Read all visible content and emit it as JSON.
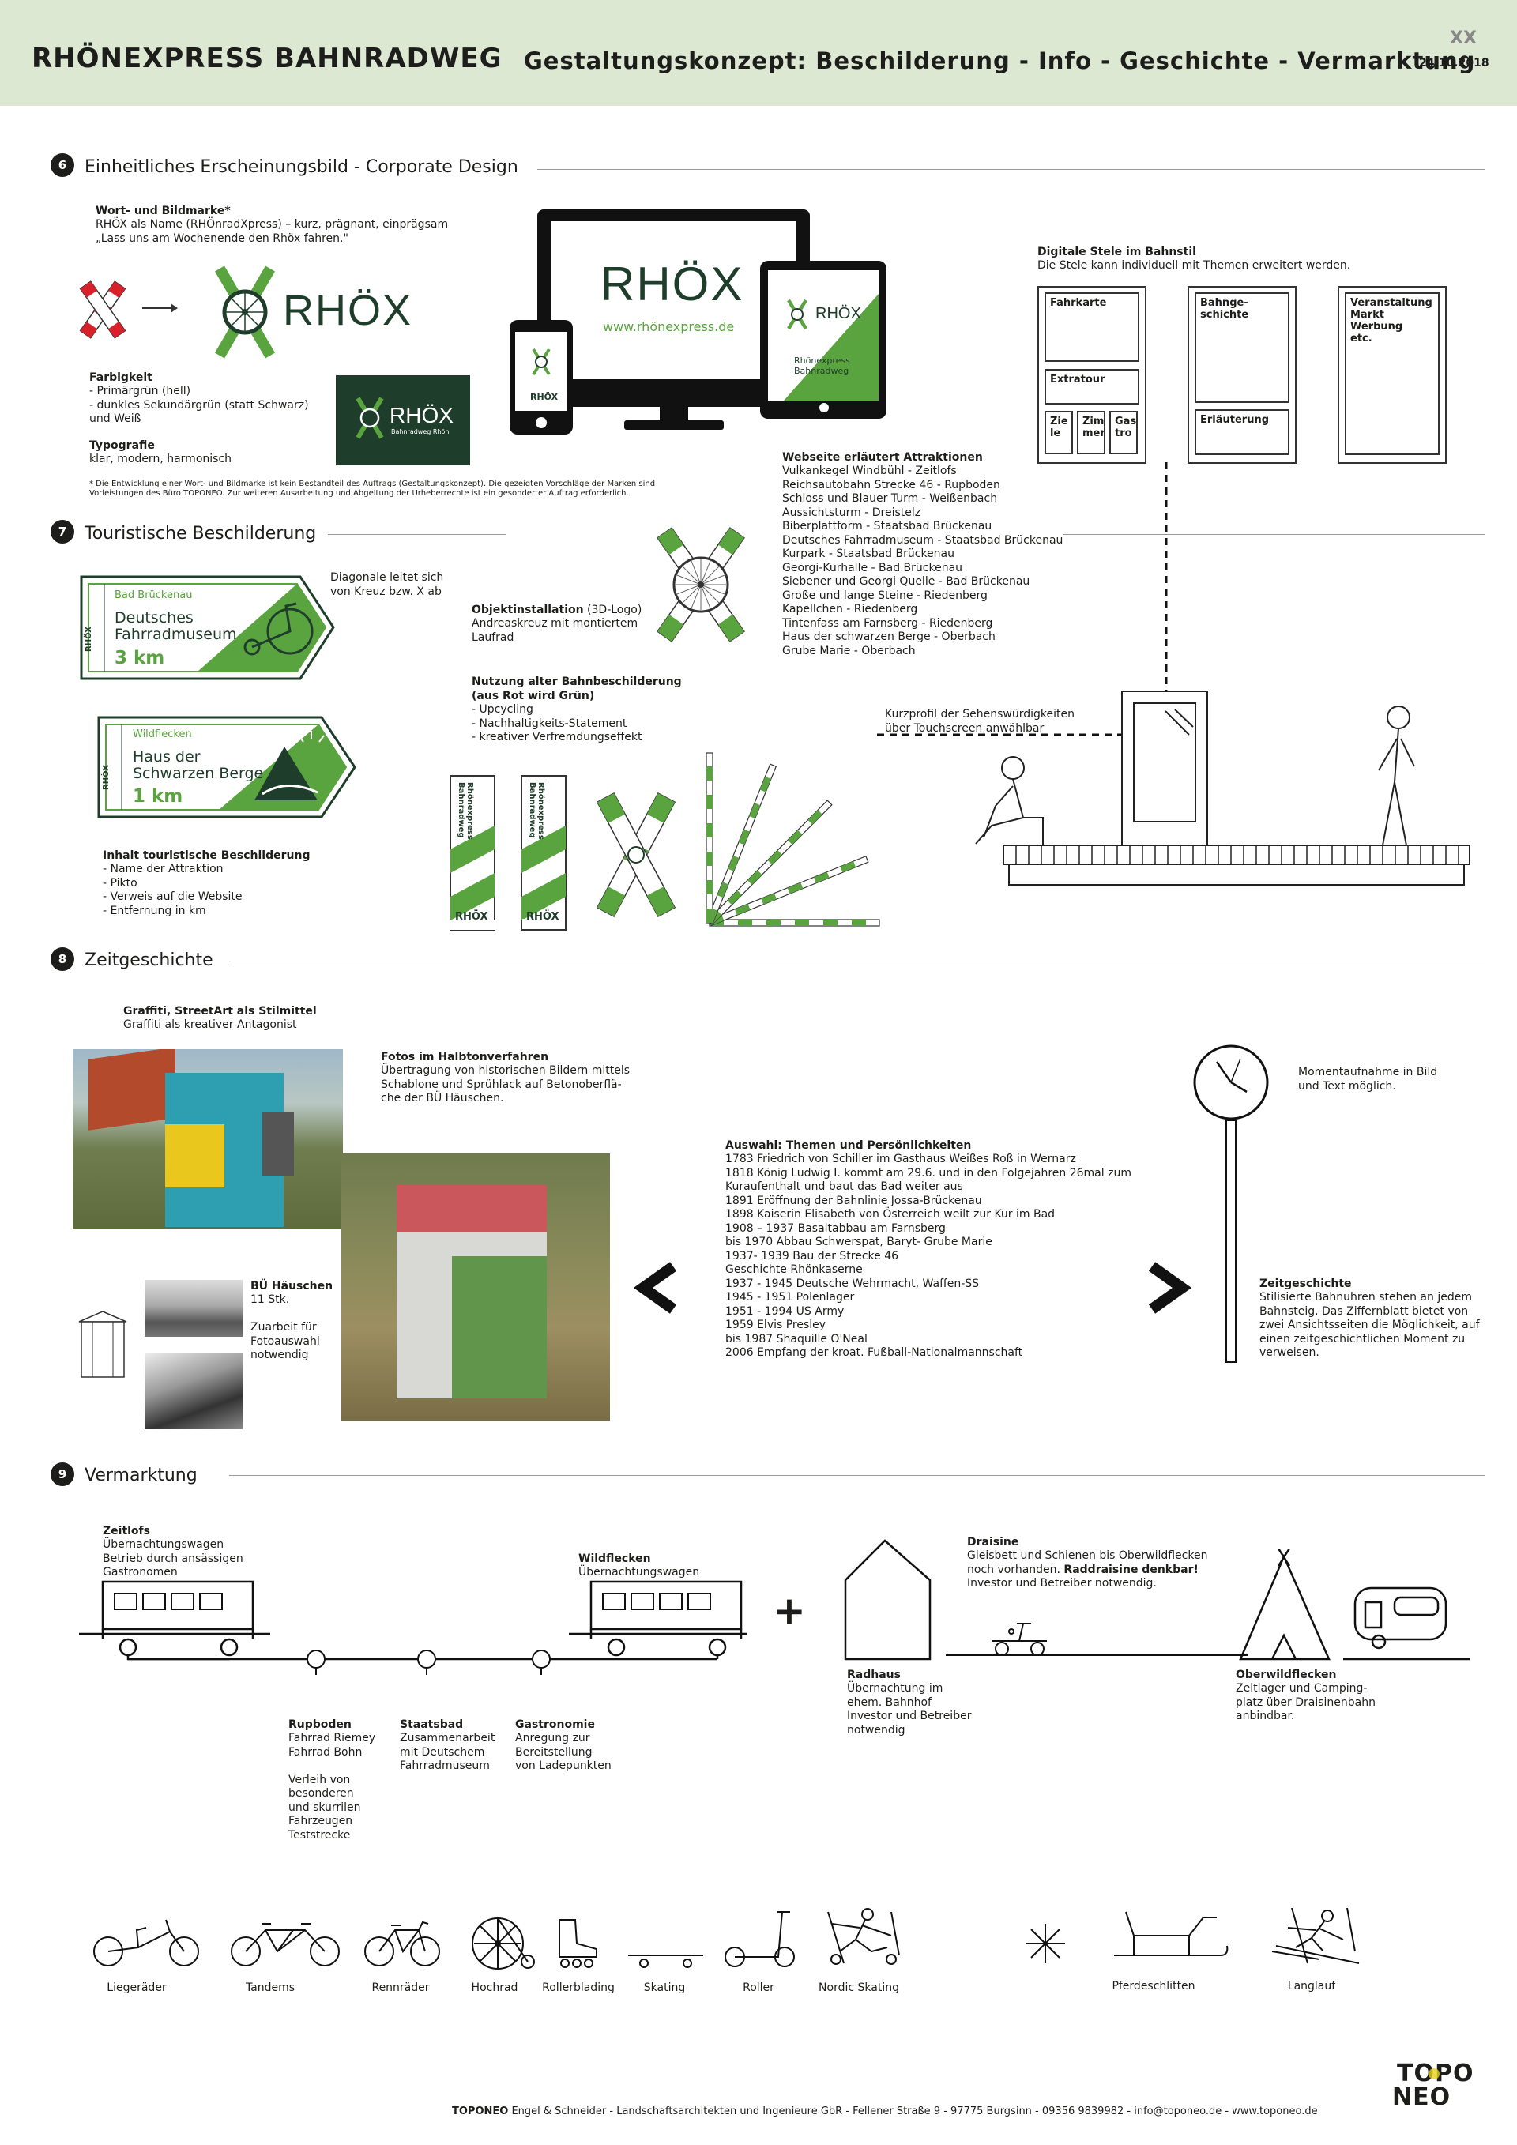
{
  "header": {
    "title": "RHÖNEXPRESS BAHNRADWEG",
    "subtitle": "Gestaltungskonzept: Beschilderung - Info - Geschichte - Vermarktung",
    "date": "24.10.2018",
    "logo": "XX"
  },
  "s6": {
    "num": "6",
    "title": "Einheitliches Erscheinungsbild - Corporate Design",
    "wort_head": "Wort- und Bildmarke*",
    "wort_text": "RHÖX als Name (RHÖnradXpress) – kurz, prägnant, einprägsam\n„Lass uns am Wochenende den Rhöx fahren.\"",
    "brand": "RHÖX",
    "brand_sub": "Bahnradweg Rhön",
    "farb_head": "Farbigkeit",
    "farb_text": "- Primärgrün (hell)\n- dunkles Sekundärgrün (statt Schwarz)\n  und Weiß",
    "typo_head": "Typografie",
    "typo_text": "klar, modern, harmonisch",
    "footnote": "* Die Entwicklung einer Wort- und Bildmarke ist kein Bestandteil des Auftrags (Gestaltungskonzept). Die gezeigten Vorschläge der Marken sind\nVorleistungen des Büro TOPONEO. Zur weiteren Ausarbeitung und Abgeltung der Urheberrechte ist ein gesonderter Auftrag erforderlich.",
    "website": "www.rhönexpress.de",
    "tablet_sub": "Rhönexpress\nBahnradweg",
    "stele_head": "Digitale Stele im Bahnstil",
    "stele_text": "Die Stele kann individuell mit Themen erweitert werden.",
    "stele1": "Fahrkarte",
    "stele1_b": "Extratour",
    "stele1_c1": "Zie\nle",
    "stele1_c2": "Zim\nmer",
    "stele1_c3": "Gas\ntro",
    "stele2": "Bahnge-\nschichte",
    "stele2_b": "Erläuterung",
    "stele3": "Veranstaltung\nMarkt\nWerbung\netc.",
    "web_head": "Webseite erläutert Attraktionen",
    "web_list": "Vulkankegel Windbühl - Zeitlofs\nReichsautobahn Strecke 46 - Rupboden\nSchloss und Blauer Turm - Weißenbach\nAussichtsturm - Dreistelz\nBiberplattform - Staatsbad Brückenau\nDeutsches Fahrradmuseum - Staatsbad Brückenau\nKurpark - Staatsbad Brückenau\nGeorgi-Kurhalle - Bad Brückenau\nSiebener und Georgi Quelle - Bad Brückenau\nGroße und lange Steine - Riedenberg\nKapellchen - Riedenberg\nTintenfass am Farnsberg - Riedenberg\nHaus der schwarzen Berge - Oberbach\nGrube Marie - Oberbach",
    "touch_text": "Kurzprofil der Sehenswürdigkeiten\nüber Touchscreen anwählbar"
  },
  "s7": {
    "num": "7",
    "title": "Touristische Beschilderung",
    "sign1_place": "Bad Brückenau",
    "sign1_name": "Deutsches\nFahrradmuseum",
    "sign1_dist": "3 km",
    "sign2_place": "Wildflecken",
    "sign2_name": "Haus der\nSchwarzen Berge",
    "sign2_dist": "1 km",
    "sign_side": "RHÖX",
    "diag_text": "Diagonale leitet sich\nvon Kreuz bzw. X ab",
    "obj_head": "Objektinstallation",
    "obj_head2": " (3D-Logo)",
    "obj_text": "Andreaskreuz mit montiertem\nLaufrad",
    "nutz_head": "Nutzung alter Bahnbeschilderung\n(aus Rot wird Grün)",
    "nutz_text": "- Upcycling\n- Nachhaltigkeits-Statement\n- kreativer Verfremdungseffekt",
    "inhalt_head": "Inhalt touristische Beschilderung",
    "inhalt_text": "- Name der Attraktion\n- Pikto\n- Verweis auf die Website\n- Entfernung in km",
    "post_text": "Rhönexpress\nBahnradweg",
    "post_brand": "RHÖX"
  },
  "s8": {
    "num": "8",
    "title": "Zeitgeschichte",
    "graf_head": "Graffiti, StreetArt als Stilmittel",
    "graf_text": "Graffiti als kreativer Antagonist",
    "foto_head": "Fotos im Halbtonverfahren",
    "foto_text": "Übertragung von historischen Bildern mittels\nSchablone und Sprühlack auf Betonoberflä-\nche der BÜ Häuschen.",
    "bue_head": "BÜ Häuschen",
    "bue_text": "11 Stk.\n\nZuarbeit für\nFotoauswahl\nnotwendig",
    "auswahl_head": "Auswahl: Themen und Persönlichkeiten",
    "auswahl_list": "1783 Friedrich von Schiller im Gasthaus Weißes Roß in Wernarz\n1818 König Ludwig I. kommt am 29.6. und in den Folgejahren 26mal zum\nKuraufenthalt und baut das Bad weiter aus\n1891 Eröffnung der Bahnlinie Jossa-Brückenau\n1898 Kaiserin Elisabeth von Österreich weilt zur Kur im Bad\n1908 – 1937 Basaltabbau am Farnsberg\nbis 1970 Abbau Schwerspat, Baryt- Grube Marie\n1937- 1939 Bau der Strecke 46\nGeschichte Rhönkaserne\n1937 - 1945 Deutsche Wehrmacht, Waffen-SS\n1945 - 1951 Polenlager\n1951 - 1994 US Army\n1959 Elvis Presley\nbis 1987 Shaquille O'Neal\n2006 Empfang der kroat. Fußball-Nationalmannschaft",
    "moment_text": "Momentaufnahme in Bild\nund Text möglich.",
    "zeit_head": "Zeitgeschichte",
    "zeit_text": "Stilisierte Bahnuhren stehen an jedem\nBahnsteig. Das Ziffernblatt bietet von\nzwei Ansichtsseiten die Möglichkeit, auf\neinen zeitgeschichtlichen Moment zu\nverweisen."
  },
  "s9": {
    "num": "9",
    "title": "Vermarktung",
    "zeitlofs_head": "Zeitlofs",
    "zeitlofs_text": "Übernachtungswagen\nBetrieb durch ansässigen\nGastronomen",
    "wild_head": "Wildflecken",
    "wild_text": "Übernachtungswagen",
    "rup_head": "Rupboden",
    "rup_text": "Fahrrad Riemey\nFahrrad Bohn\n\nVerleih von\nbesonderen\nund skurrilen\nFahrzeugen\nTeststrecke",
    "staat_head": "Staatsbad",
    "staat_text": "Zusammenarbeit\nmit Deutschem\nFahrradmuseum",
    "gastro_head": "Gastronomie",
    "gastro_text": "Anregung zur\nBereitstellung\nvon Ladepunkten",
    "plus": "+",
    "drais_head": "Draisine",
    "drais_text1": "Gleisbett und Schienen bis Oberwildflecken\nnoch vorhanden. ",
    "drais_bold": "Raddraisine denkbar!",
    "drais_text2": "\nInvestor und Betreiber notwendig.",
    "radhaus_head": "Radhaus",
    "radhaus_text": "Übernachtung im\nehem. Bahnhof\nInvestor und Betreiber\nnotwendig",
    "ober_head": "Oberwildflecken",
    "ober_text": "Zeltlager und Camping-\nplatz über Draisinenbahn\nanbindbar.",
    "icons": [
      "Liegeräder",
      "Tandems",
      "Rennräder",
      "Hochrad",
      "Rollerblading",
      "Skating",
      "Roller",
      "Nordic Skating",
      "Pferdeschlitten",
      "Langlauf"
    ]
  },
  "footer": {
    "company": "TOPONEO",
    "text": " Engel & Schneider - Landschaftsarchitekten und Ingenieure GbR - Fellener Straße 9 - 97775 Burgsinn - 09356 9839982 - info@toponeo.de - www.toponeo.de",
    "logo_top": "TOPO",
    "logo_bot": "NEO"
  },
  "colors": {
    "primary": "#5aa43f",
    "secondary": "#1f3d2b",
    "header_bg": "#dde8d3"
  }
}
